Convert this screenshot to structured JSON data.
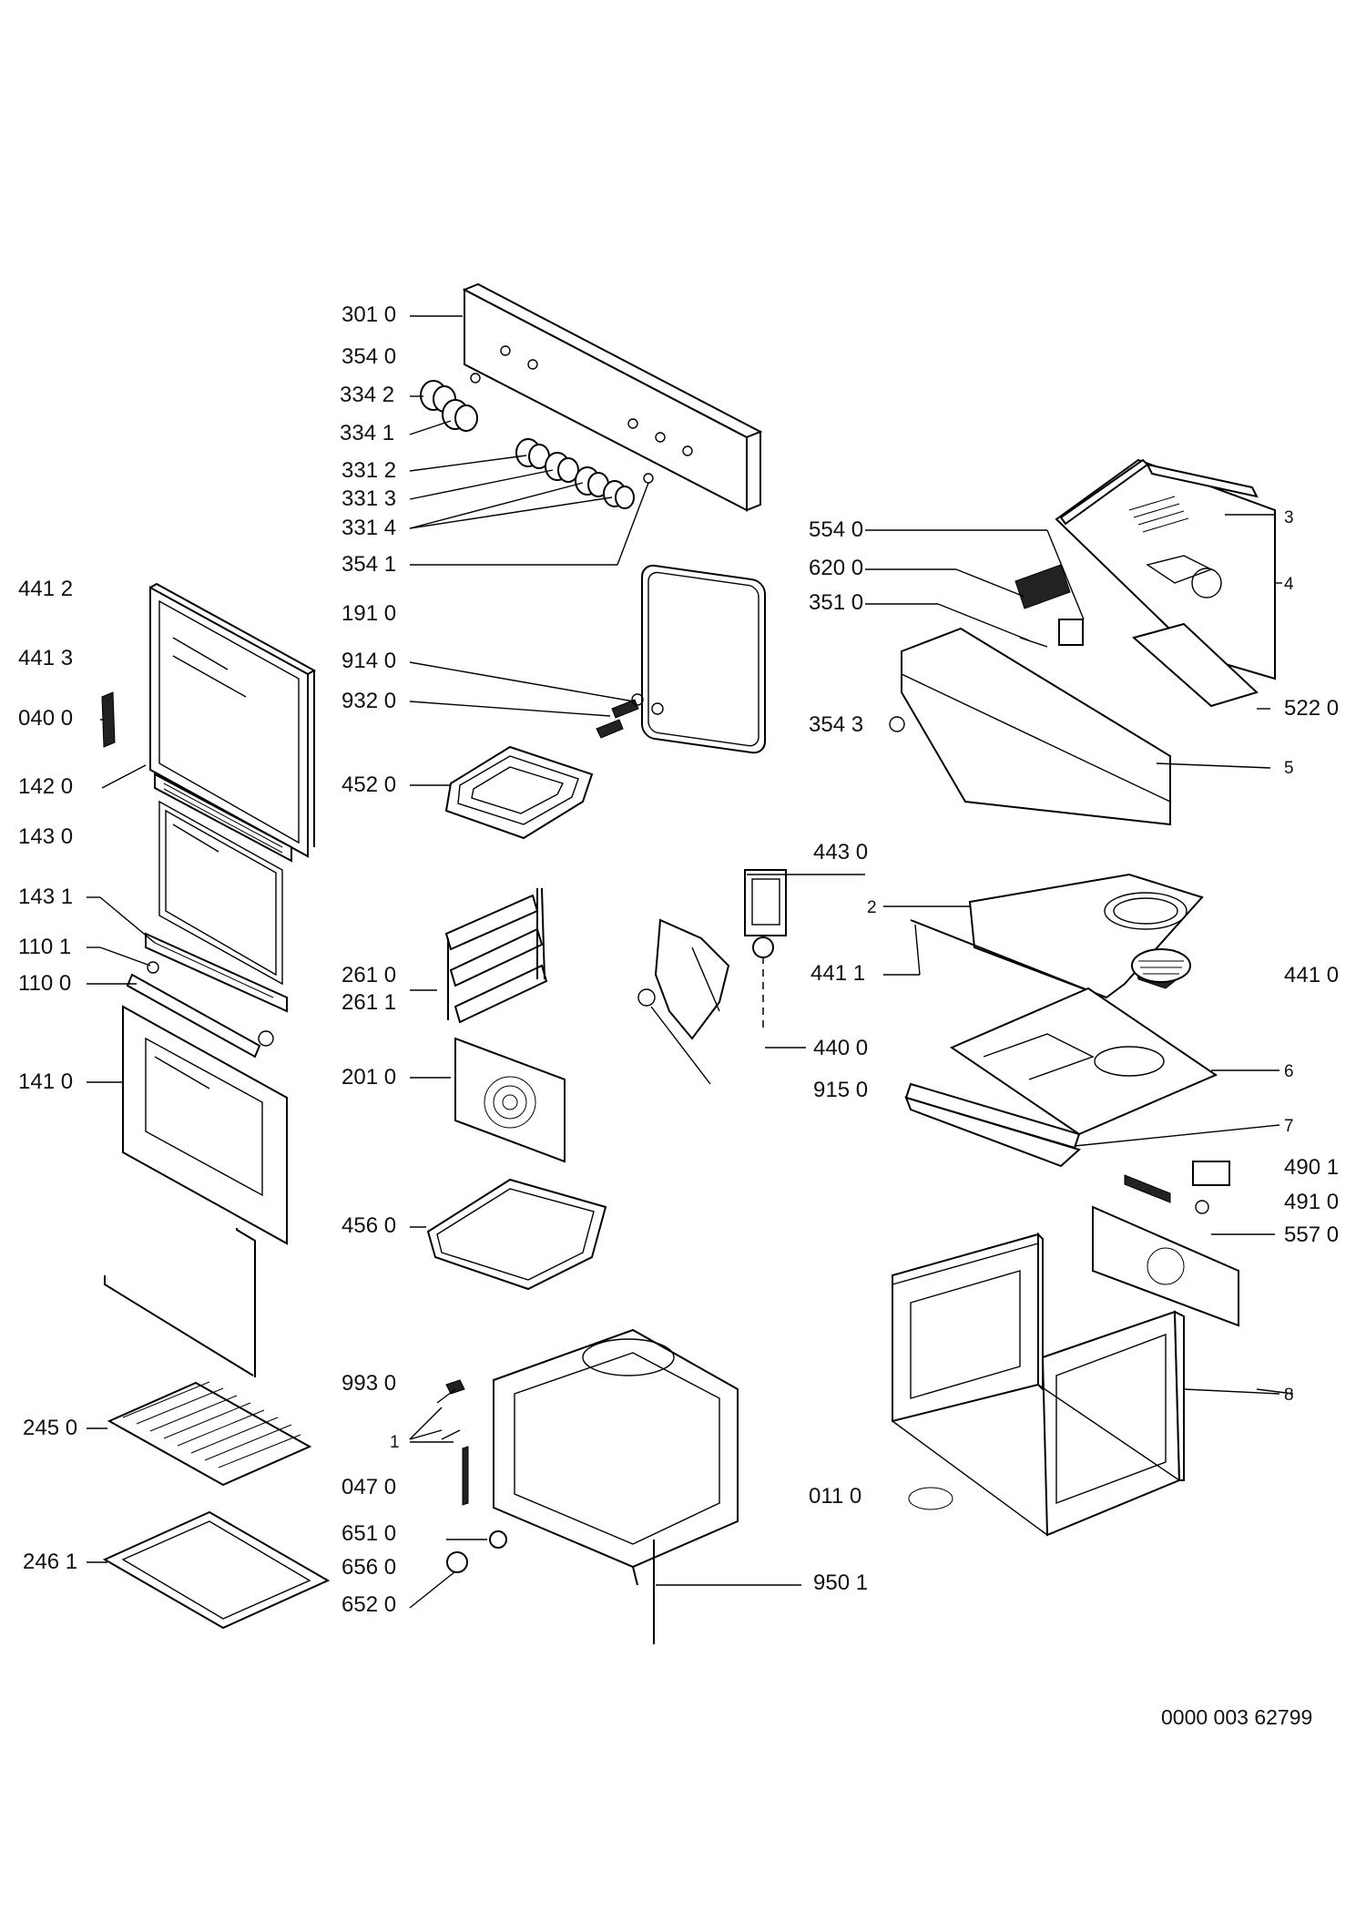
{
  "diagram": {
    "document_number": "0000 003 62799",
    "part_labels": {
      "p3010": "301 0",
      "p3540": "354 0",
      "p3342": "334 2",
      "p3341": "334 1",
      "p3312": "331 2",
      "p3313": "331 3",
      "p3314": "331 4",
      "p3541": "354 1",
      "p1910": "191 0",
      "p9140": "914 0",
      "p9320": "932 0",
      "p4520": "452 0",
      "p5540": "554 0",
      "p6200": "620 0",
      "p3510": "351 0",
      "p3543": "354 3",
      "p5220": "522 0",
      "p4412": "441 2",
      "p4413": "441 3",
      "p0400": "040 0",
      "p1420": "142 0",
      "p1430": "143 0",
      "p1431": "143 1",
      "p1101": "110 1",
      "p1100": "110 0",
      "p1410": "141 0",
      "p2610": "261 0",
      "p2611": "261 1",
      "p2010": "201 0",
      "p4560": "456 0",
      "p4430": "443 0",
      "p4411": "441 1",
      "p4400": "440 0",
      "p9150": "915 0",
      "p4410": "441 0",
      "p4901": "490 1",
      "p4910": "491 0",
      "p5570": "557 0",
      "p2450": "245 0",
      "p2461": "246 1",
      "p9930": "993 0",
      "p0470": "047 0",
      "p6510": "651 0",
      "p6560": "656 0",
      "p6520": "652 0",
      "p9501": "950 1",
      "p0110": "011 0",
      "n1": "1",
      "n2": "2",
      "n3": "3",
      "n4": "4",
      "n5": "5",
      "n6": "6",
      "n7": "7",
      "n8": "8"
    }
  }
}
